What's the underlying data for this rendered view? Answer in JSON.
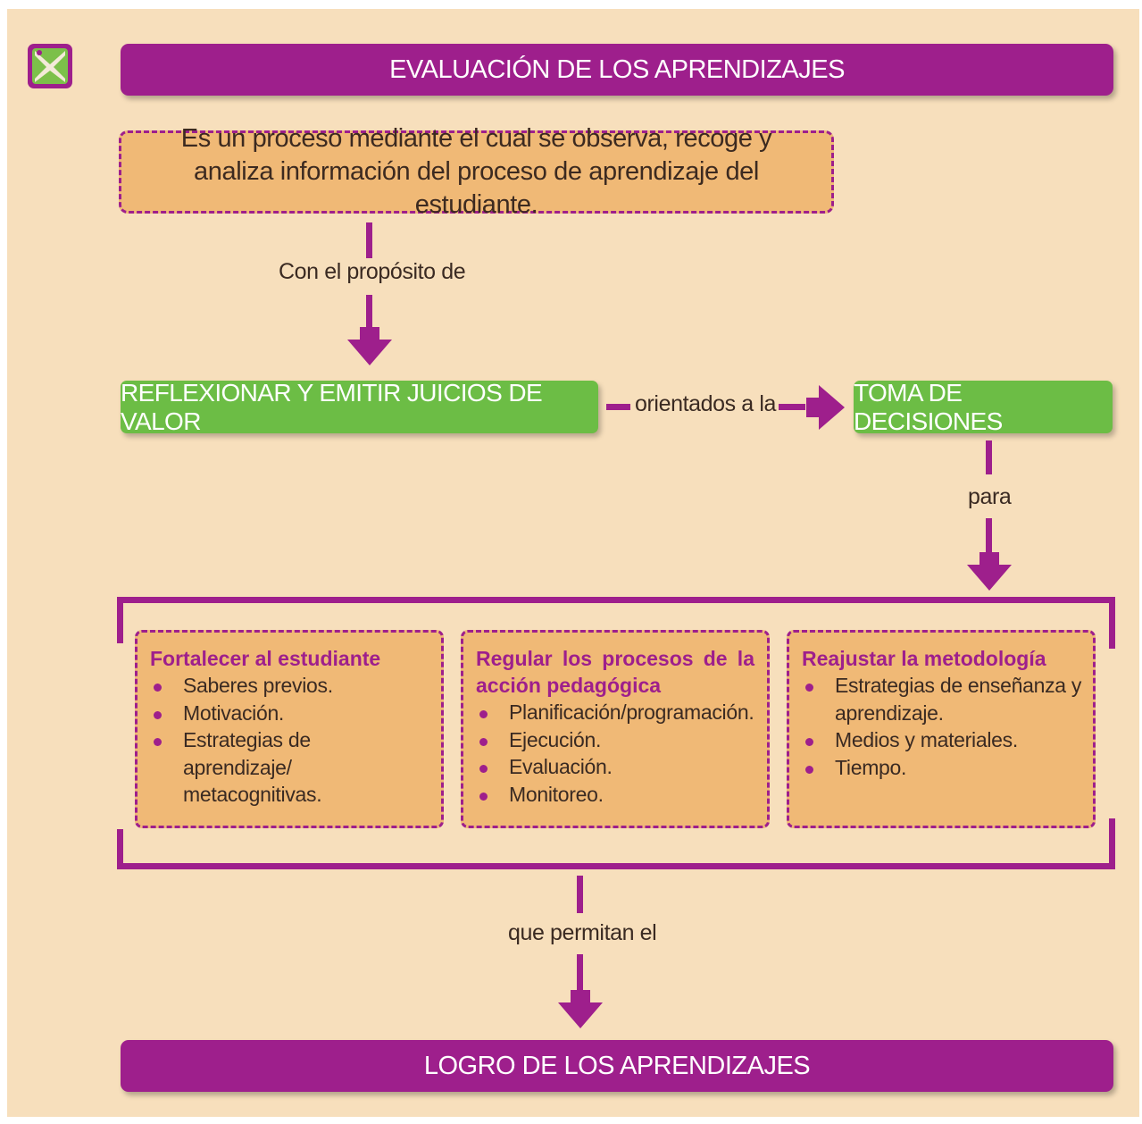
{
  "colors": {
    "accent": "#9e1f8c",
    "green": "#6cbd45",
    "box": "#f0b976",
    "panel": "#f7dfbc"
  },
  "logo_icon": "x-person-logo-icon",
  "title": "EVALUACIÓN DE LOS APRENDIZAJES",
  "definition": "Es un proceso mediante el cual se observa, recoge y analiza información del proceso de aprendizaje del estudiante.",
  "connector_1": "Con el propósito de",
  "node_reflexionar": "REFLEXIONAR Y EMITIR JUICIOS DE VALOR",
  "connector_2": "orientados a la",
  "node_decisiones": "TOMA DE DECISIONES",
  "connector_3": "para",
  "cards": [
    {
      "title": "Fortalecer al estudiante",
      "items": [
        "Saberes previos.",
        "Motivación.",
        "Estrategias de aprendizaje/ metacognitivas."
      ]
    },
    {
      "title": "Regular los procesos de la acción pedagógica",
      "items": [
        "Planificación/programación.",
        "Ejecución.",
        "Evaluación.",
        "Monitoreo."
      ]
    },
    {
      "title": "Reajustar la metodología",
      "items": [
        "Estrategias de enseñanza y aprendizaje.",
        "Medios y materiales.",
        "Tiempo."
      ]
    }
  ],
  "connector_4": "que permitan el",
  "bottom_title": "LOGRO DE LOS APRENDIZAJES"
}
